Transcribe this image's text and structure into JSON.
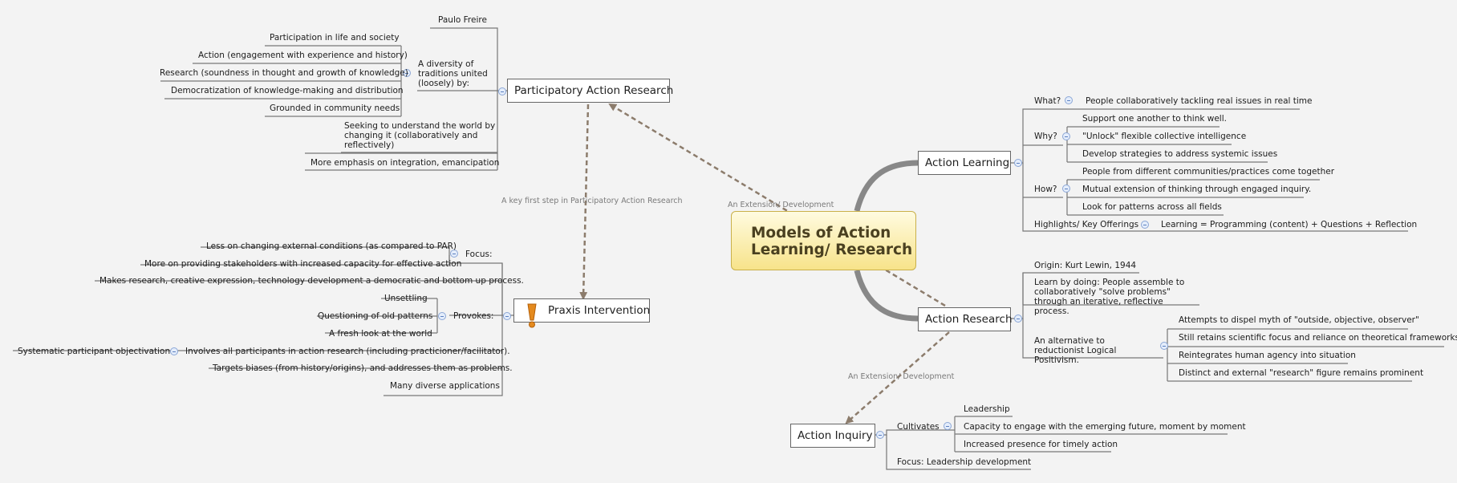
{
  "root": {
    "title_line1": "Models of Action",
    "title_line2": "Learning/ Research"
  },
  "nodes": {
    "par": "Participatory Action Research",
    "praxis": "Praxis Intervention",
    "al": "Action Learning",
    "ar": "Action Research",
    "ai": "Action Inquiry"
  },
  "relationships": {
    "par_to_praxis": "A key first step in Participatory Action Research",
    "root_to_par": "An Extension/ Development",
    "ar_to_ai": "An Extension/ Development"
  },
  "par": {
    "paulo": "Paulo Freire",
    "diversity": "A diversity of traditions united (loosely) by:",
    "diversity_items": [
      "Participation in life and society",
      "Action (engagement with experience and history)",
      "Research (soundness in thought and growth of knowledge)",
      "Democratization of knowledge-making and distribution",
      "Grounded in community needs"
    ],
    "seeking": "Seeking to understand the world by changing it (collaboratively and reflectively)",
    "emphasis": "More emphasis on integration, emancipation"
  },
  "praxis": {
    "focus": "Focus:",
    "focus_items": [
      "Less on changing external conditions (as compared to PAR)",
      "More on providing stakeholders with increased capacity for effective action"
    ],
    "democratic": "Makes research, creative expression, technology development a democratic and bottom up process.",
    "provokes": "Provokes:",
    "provokes_items": [
      "Unsettling",
      "Questioning of old patterns",
      "A fresh look at the world"
    ],
    "involves": "Involves all participants in action research  (including practicioner/facilitator).",
    "systematic": "Systematic participant objectivation",
    "targets": "Targets biases (from history/origins), and addresses them as problems.",
    "applications": "Many diverse applications"
  },
  "al": {
    "what_label": "What?",
    "what_value": "People collaboratively tackling real issues in real time",
    "why_label": "Why?",
    "why_items": [
      "Support one another to think well.",
      "\"Unlock\" flexible collective intelligence",
      "Develop strategies to address systemic issues"
    ],
    "how_label": "How?",
    "how_items": [
      "People from different communities/practices come together",
      "Mutual extension of thinking through engaged inquiry.",
      "Look for patterns across all fields"
    ],
    "highlights_label": "Highlights/ Key Offerings",
    "highlights_value": "Learning = Programming (content) + Questions + Reflection"
  },
  "ar": {
    "origin": "Origin:  Kurt Lewin, 1944",
    "learn": "Learn by doing:  People assemble to collaboratively \"solve problems\" through an iterative, reflective process.",
    "alternative": "An alternative to reductionist Logical Positivism.",
    "alt_items": [
      "Attempts to dispel myth of \"outside, objective, observer\"",
      "Still retains scientific focus and reliance on theoretical frameworks",
      "Reintegrates human agency into situation",
      "Distinct and external \"research\" figure remains prominent"
    ]
  },
  "ai": {
    "cultivates": "Cultivates",
    "cultivates_items": [
      "Leadership",
      "Capacity to engage with the emerging future, moment by moment",
      "Increased presence for timely action"
    ],
    "focus": "Focus:  Leadership development"
  },
  "colors": {
    "line": "#6e6e6e",
    "relationship": "#8c7c6c",
    "root_fill": "#f7e38a",
    "collapse": "#5b7fbf"
  }
}
